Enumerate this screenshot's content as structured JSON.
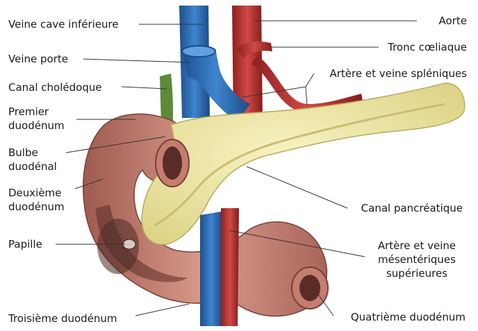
{
  "labels": {
    "vci": "Veine cave inférieure",
    "vp": "Veine porte",
    "cc": "Canal cholédoque",
    "pd1": "Premier",
    "pd2": "duodénum",
    "bd1": "Bulbe",
    "bd2": "duodénal",
    "dd1": "Deuxième",
    "dd2": "duodénum",
    "pap": "Papille",
    "td": "Troisième duodénum",
    "aorte": "Aorte",
    "tc": "Tronc cœliaque",
    "avs": "Artère et veine spléniques",
    "cp": "Canal pancréatique",
    "avm1": "Artère et veine",
    "avm2": "mésentériques",
    "avm3": "supérieures",
    "qd": "Quatrième duodénum"
  },
  "colors": {
    "vein": "#2f6fb3",
    "artery": "#b8302f",
    "pancreas": "#f1eaa6",
    "duodenum": "#c9877a",
    "bile_duct": "#5c8a3a"
  }
}
